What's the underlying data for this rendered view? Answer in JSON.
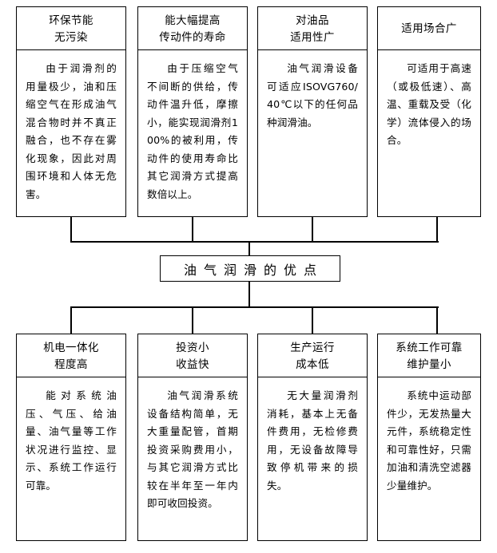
{
  "diagram": {
    "title": "油气润滑的优点",
    "hub": {
      "label": "油气润滑的优点"
    },
    "top_nodes": [
      {
        "head_line1": "环保节能",
        "head_line2": "无污染",
        "body": "由于润滑剂的用量极少，油和压缩空气在形成油气混合物时并不真正融合，也不存在雾化现象，因此对周围环境和人体无危害。"
      },
      {
        "head_line1": "能大幅提高",
        "head_line2": "传动件的寿命",
        "body": "由于压缩空气不间断的供给，传动件温升低，摩擦小，能实现润滑剂100%的被利用，传动件的使用寿命比其它润滑方式提高数倍以上。"
      },
      {
        "head_line1": "对油品",
        "head_line2": "适用性广",
        "body": "油气润滑设备可适应ISOVG760/40℃以下的任何品种润滑油。"
      },
      {
        "head_line1": "适用场合广",
        "head_line2": "",
        "body": "可适用于高速（或极低速）、高温、重载及受（化学）流体侵入的场合。"
      }
    ],
    "bottom_nodes": [
      {
        "head_line1": "机电一体化",
        "head_line2": "程度高",
        "body": "能对系统油压、气压、给油量、油气量等工作状况进行监控、显示、系统工作运行可靠。"
      },
      {
        "head_line1": "投资小",
        "head_line2": "收益快",
        "body": "油气润滑系统设备结构简单，无大重量配管，首期投资采购费用小，与其它润滑方式比较在半年至一年内即可收回投资。"
      },
      {
        "head_line1": "生产运行",
        "head_line2": "成本低",
        "body": "无大量润滑剂消耗，基本上无备件费用，无检修费用，无设备故障导致停机带来的损失。"
      },
      {
        "head_line1": "系统工作可靠",
        "head_line2": "维护量小",
        "body": "系统中运动部件少，无发热量大元件，系统稳定性和可靠性好，只需加油和清洗空滤器少量维护。"
      }
    ],
    "colors": {
      "line": "#000000",
      "background": "#ffffff",
      "text": "#000000"
    }
  }
}
